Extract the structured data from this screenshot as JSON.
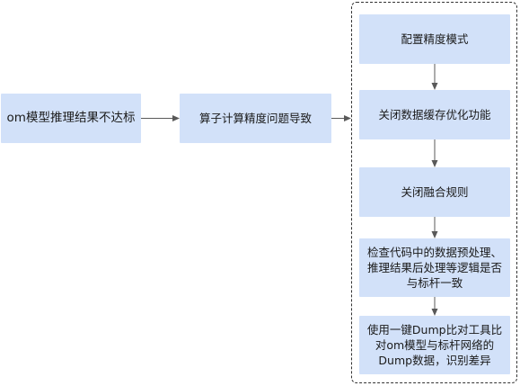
{
  "diagram": {
    "nodes": {
      "start": "om模型推理结果不达标",
      "operator": "算子计算精度问题导致",
      "step1": "配置精度模式",
      "step2": "关闭数据缓存优化功能",
      "step3": "关闭融合规则",
      "step4": "检查代码中的数据预处理、推理结果后处理等逻辑是否与标杆一致",
      "step5": "使用一键Dump比对工具比对om模型与标杆网络的Dump数据，识别差异"
    },
    "colors": {
      "node_fill": "#d2e1f9",
      "node_text": "#1a1a1a",
      "arrow": "#595959",
      "group_border": "#333333"
    }
  }
}
